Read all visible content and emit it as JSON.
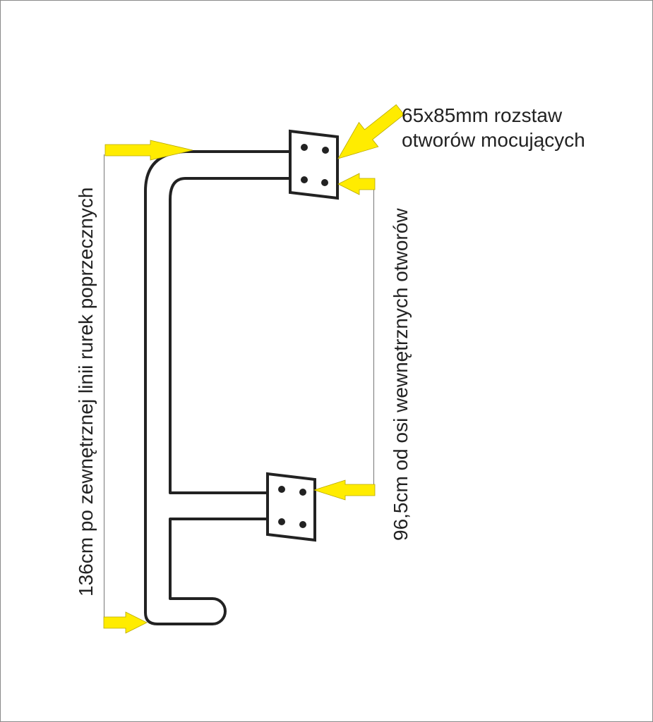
{
  "labels": {
    "spacing_line1": "65x85mm rozstaw",
    "spacing_line2": "otworów mocujących",
    "total_height": "136cm po zewnętrznej linii rurek poprzecznych",
    "hole_distance": "96,5cm od osi wewnętrznych otworów"
  },
  "colors": {
    "arrow": "#ffec00",
    "outline": "#222222"
  }
}
